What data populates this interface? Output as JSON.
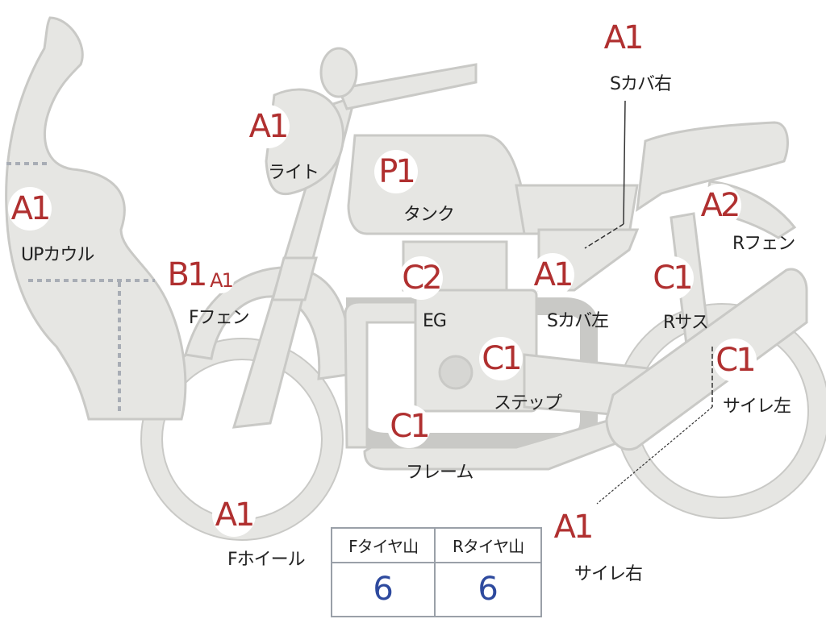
{
  "parts": [
    {
      "id": "up-cowl",
      "grade": "A1",
      "label": "UPカウル"
    },
    {
      "id": "light",
      "grade": "A1",
      "label": "ライト"
    },
    {
      "id": "tank",
      "grade": "P1",
      "label": "タンク"
    },
    {
      "id": "s-cover-right",
      "grade": "A1",
      "label": "Sカバ右"
    },
    {
      "id": "r-fender",
      "grade": "A2",
      "label": "Rフェン"
    },
    {
      "id": "f-fender",
      "grade": "B1",
      "grade2": "A1",
      "label": "Fフェン"
    },
    {
      "id": "engine",
      "grade": "C2",
      "label": "EG"
    },
    {
      "id": "s-cover-left",
      "grade": "A1",
      "label": "Sカバ左"
    },
    {
      "id": "r-suspension",
      "grade": "C1",
      "label": "Rサス"
    },
    {
      "id": "step",
      "grade": "C1",
      "label": "ステップ"
    },
    {
      "id": "muffler-left",
      "grade": "C1",
      "label": "サイレ左"
    },
    {
      "id": "frame",
      "grade": "C1",
      "label": "フレーム"
    },
    {
      "id": "f-wheel",
      "grade": "A1",
      "label": "Fホイール"
    },
    {
      "id": "muffler-right",
      "grade": "A1",
      "label": "サイレ右"
    }
  ],
  "tire_table": {
    "headers": [
      "Fタイヤ山",
      "Rタイヤ山"
    ],
    "values": [
      "6",
      "6"
    ]
  },
  "colors": {
    "grade_red": "#b03030",
    "value_blue": "#2e4a9e",
    "body_fill": "#e6e6e3",
    "body_stroke": "#c8c8c5"
  }
}
